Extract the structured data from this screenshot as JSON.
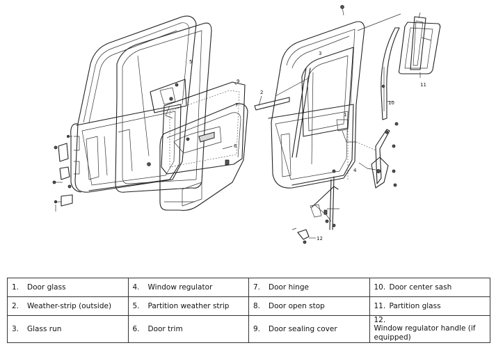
{
  "diagram": {
    "callouts": [
      "5",
      "6",
      "7",
      "9",
      "2",
      "3",
      "1",
      "10",
      "11",
      "4",
      "12"
    ]
  },
  "legend": {
    "rows": [
      [
        {
          "num": "1.",
          "label": "Door glass"
        },
        {
          "num": "4.",
          "label": "Window regulator"
        },
        {
          "num": "7.",
          "label": "Door hinge"
        },
        {
          "num": "10.",
          "label": "Door center sash"
        }
      ],
      [
        {
          "num": "2.",
          "label": "Weather-strip (outside)"
        },
        {
          "num": "5.",
          "label": "Partition weather strip"
        },
        {
          "num": "8.",
          "label": "Door open stop"
        },
        {
          "num": "11.",
          "label": "Partition glass"
        }
      ],
      [
        {
          "num": "3.",
          "label": "Glass run"
        },
        {
          "num": "6.",
          "label": "Door trim"
        },
        {
          "num": "9.",
          "label": "Door sealing cover"
        },
        {
          "num": "12.",
          "label": "Window regulator handle (if equipped)"
        }
      ]
    ]
  }
}
